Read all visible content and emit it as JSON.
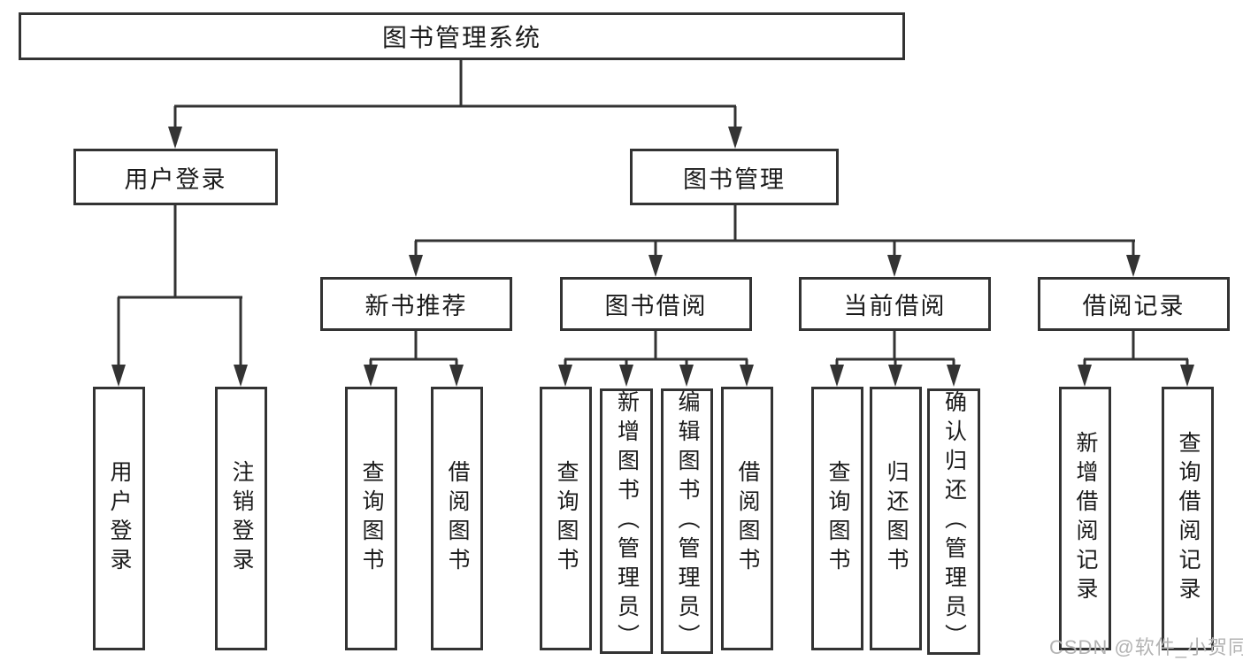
{
  "diagram": {
    "title": "图书管理系统",
    "root": {
      "label": "图书管理系统"
    },
    "branches": [
      {
        "label": "用户登录",
        "children": [
          {
            "label": "用户登录"
          },
          {
            "label": "注销登录"
          }
        ]
      },
      {
        "label": "图书管理",
        "children": [
          {
            "label": "新书推荐",
            "children": [
              {
                "label": "查询图书"
              },
              {
                "label": "借阅图书"
              }
            ]
          },
          {
            "label": "图书借阅",
            "children": [
              {
                "label": "查询图书"
              },
              {
                "label": "新增图书（管理员）"
              },
              {
                "label": "编辑图书（管理员）"
              },
              {
                "label": "借阅图书"
              }
            ]
          },
          {
            "label": "当前借阅",
            "children": [
              {
                "label": "查询图书"
              },
              {
                "label": "归还图书"
              },
              {
                "label": "确认归还（管理员）"
              }
            ]
          },
          {
            "label": "借阅记录",
            "children": [
              {
                "label": "新增借阅记录"
              },
              {
                "label": "查询借阅记录"
              }
            ]
          }
        ]
      }
    ]
  },
  "watermark": {
    "text": "CSDN @软件_小贺同学"
  },
  "colors": {
    "line": "#333333",
    "text": "#1b1b1b",
    "background": "#ffffff",
    "watermark": "#b3b3b3"
  }
}
